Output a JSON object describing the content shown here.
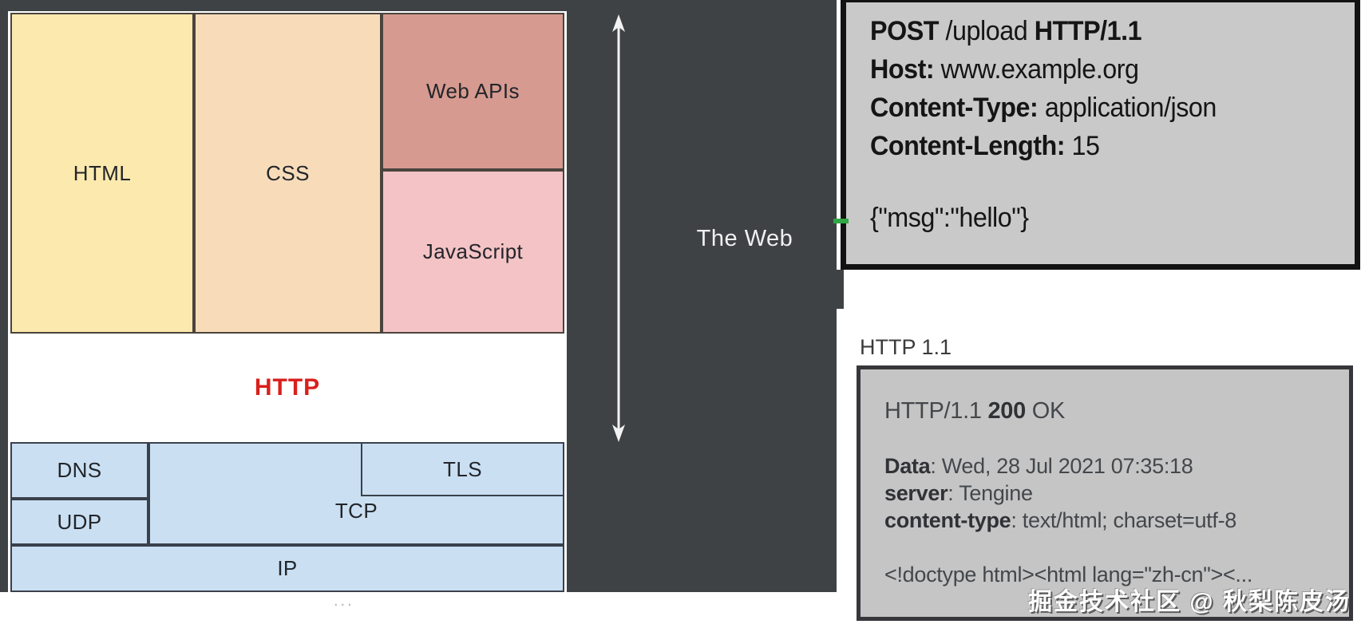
{
  "colors": {
    "panel_bg": "#3f4245",
    "html_block": "#fce9ae",
    "css_block": "#f8dcba",
    "web_apis_block": "#d69a90",
    "javascript_block": "#f4c3c6",
    "protocol_blue": "#cadff2",
    "http_red": "#d8201d",
    "request_box_bg": "#c9c9c9",
    "response_box_bg": "#c5c5c5",
    "green_marker": "#2fa845"
  },
  "browser_panel": {
    "label": "The Web",
    "arrow_icon": "vertical-double-arrow"
  },
  "stack": {
    "html": {
      "label": "HTML"
    },
    "css": {
      "label": "CSS"
    },
    "web_apis": {
      "label": "Web APIs"
    },
    "javascript": {
      "label": "JavaScript"
    },
    "http": {
      "label": "HTTP"
    },
    "dns": {
      "label": "DNS"
    },
    "udp": {
      "label": "UDP"
    },
    "tcp": {
      "label": "TCP"
    },
    "tls": {
      "label": "TLS"
    },
    "ip": {
      "label": "IP"
    }
  },
  "request_box": {
    "line1": {
      "method": "POST",
      "path": " /upload ",
      "version": "HTTP/1.1"
    },
    "headers": [
      {
        "label": "Host:",
        "value": " www.example.org"
      },
      {
        "label": "Content-Type:",
        "value": " application/json"
      },
      {
        "label": "Content-Length:",
        "value": " 15"
      }
    ],
    "body": "{\"msg\":\"hello\"}"
  },
  "response_section": {
    "title": "HTTP 1.1",
    "status": {
      "pre": "HTTP/1.1 ",
      "code": "200",
      "post": " OK"
    },
    "headers": [
      {
        "label": "Data",
        "value": ": Wed, 28 Jul 2021 07:35:18"
      },
      {
        "label": "server",
        "value": ": Tengine"
      },
      {
        "label": "content-type",
        "value": ": text/html; charset=utf-8"
      }
    ],
    "body_preview": "<!doctype html><html lang=\"zh-cn\"><..."
  },
  "watermark": "掘金技术社区 @ 秋梨陈皮汤",
  "ellipsis": "..."
}
